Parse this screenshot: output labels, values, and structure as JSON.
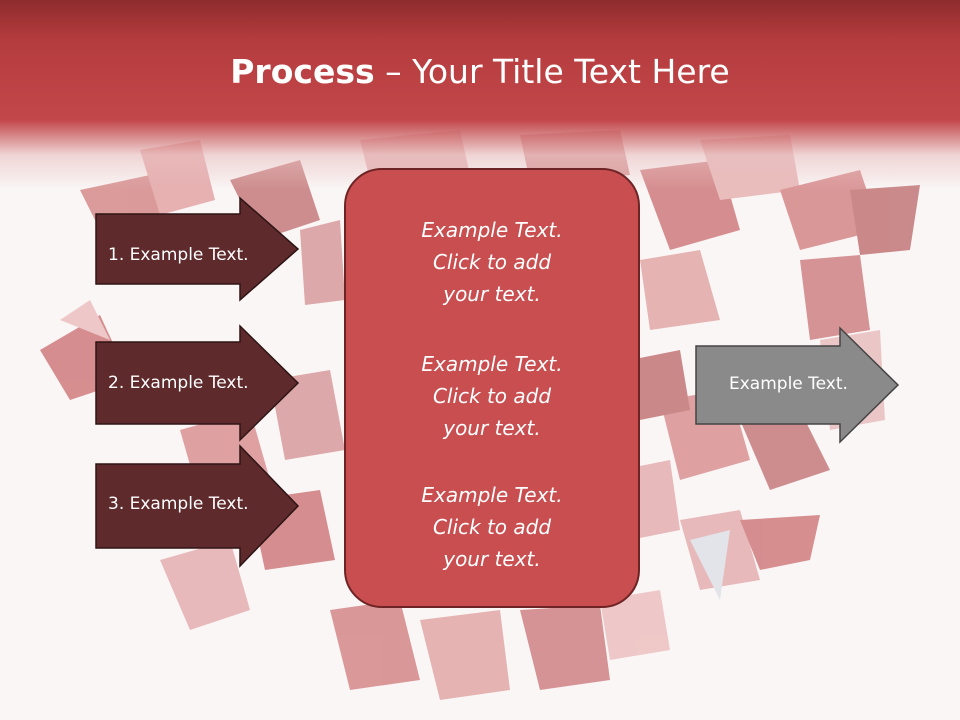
{
  "title": {
    "bold": "Process",
    "rest": " – Your Title Text Here"
  },
  "steps": [
    {
      "label": "1. Example Text."
    },
    {
      "label": "2. Example Text."
    },
    {
      "label": "3. Example Text."
    }
  ],
  "center_blocks": [
    {
      "lines": [
        "Example Text.",
        "Click  to add",
        "your text."
      ]
    },
    {
      "lines": [
        "Example Text.",
        "Click  to add",
        "your text."
      ]
    },
    {
      "lines": [
        "Example Text.",
        "Click  to add",
        "your text."
      ]
    }
  ],
  "output": {
    "label": "Example Text."
  },
  "colors": {
    "header": "#b53c3e",
    "step_arrow": "#5e2a2c",
    "center_box": "#c84e50",
    "output_arrow": "#8a8a8a"
  }
}
